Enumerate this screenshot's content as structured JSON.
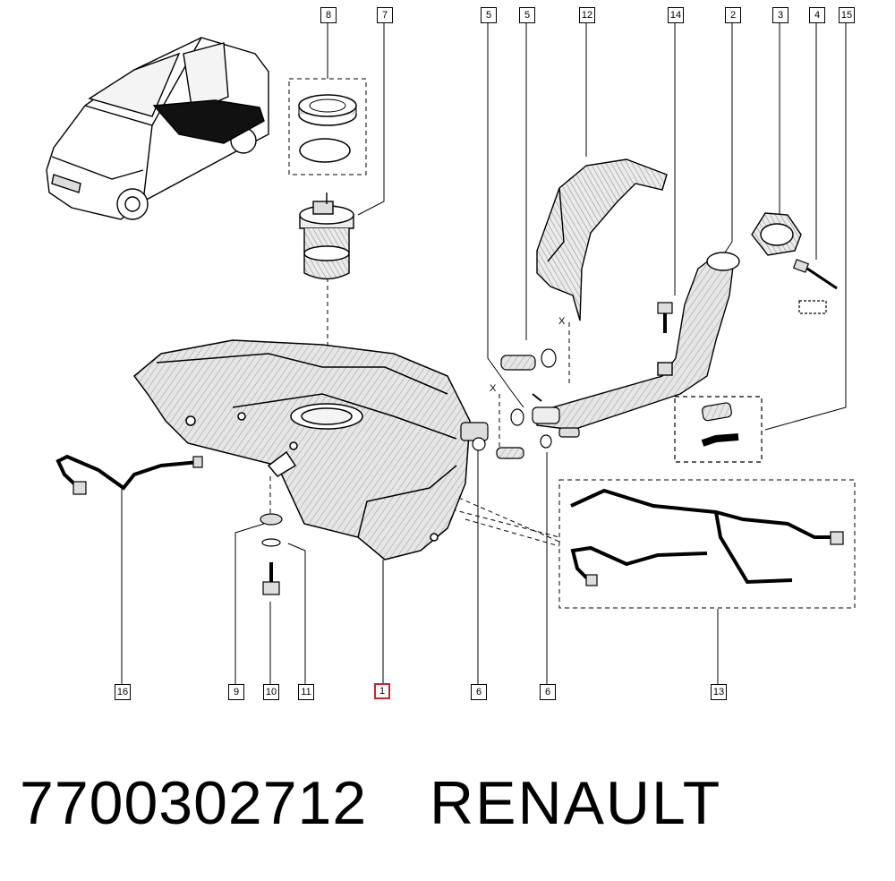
{
  "callouts": {
    "c8": "8",
    "c7": "7",
    "c5a": "5",
    "c5b": "5",
    "c12": "12",
    "c14": "14",
    "c2": "2",
    "c3": "3",
    "c4": "4",
    "c15": "15",
    "c16": "16",
    "c9": "9",
    "c10": "10",
    "c11": "11",
    "c1": "1",
    "c6a": "6",
    "c6b": "6",
    "c13": "13"
  },
  "markers": {
    "x1": "X",
    "x2": "X"
  },
  "footer": {
    "part_number": "7700302712",
    "brand": "RENAULT"
  },
  "colors": {
    "line": "#000000",
    "highlight": "#c0282c",
    "shade": "#cfcfcf"
  }
}
